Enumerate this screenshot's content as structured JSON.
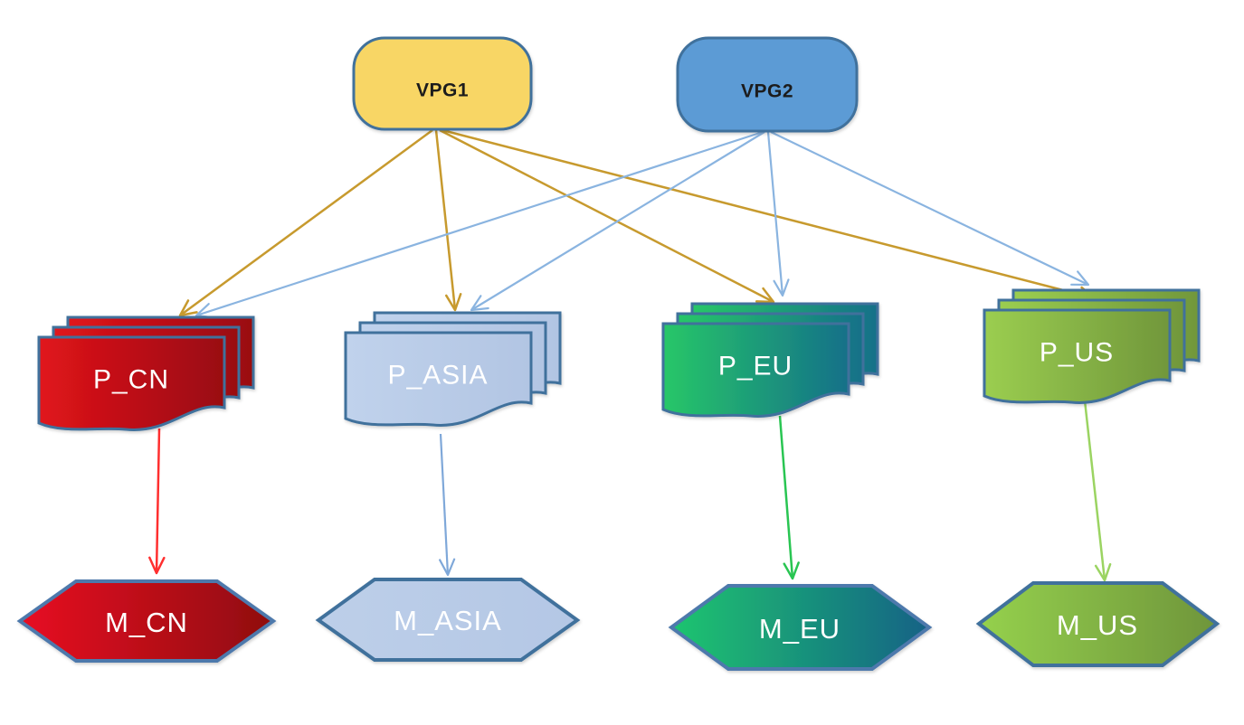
{
  "background_color": "#FFFFFF",
  "colors": {
    "border_blue": "#41719C",
    "hex_border": "#4E79AC",
    "vpg1_fill": "#F8D665",
    "vpg2_fill": "#5B9BD5",
    "node_text_dark": "#1C1C1C",
    "node_text_light": "#FFFFFF",
    "p_cn_left": "#E1131B",
    "p_cn_right": "#990C11",
    "p_asia_left": "#C0D2EC",
    "p_asia_right": "#B2C5E3",
    "p_eu_left": "#27C768",
    "p_eu_right": "#147089",
    "p_us_left": "#9BCE50",
    "p_us_right": "#71973B",
    "m_cn_left": "#E81122",
    "m_cn_right": "#8F0A0F",
    "m_asia_left": "#BDCFE9",
    "m_asia_right": "#B4C7E5",
    "m_eu_left": "#1FC56F",
    "m_eu_right": "#136286",
    "m_us_left": "#95D14D",
    "m_us_right": "#6F953B",
    "arrow_gold": "#C79A2E",
    "arrow_blue": "#8AB4E0",
    "arrow_red": "#FF2F2F",
    "arrow_asia": "#7FA8D9",
    "arrow_green": "#29C552",
    "arrow_light_green": "#9BD462"
  },
  "nodes": {
    "vpg1": {
      "label": "VPG1"
    },
    "vpg2": {
      "label": "VPG2"
    },
    "p_cn": {
      "label": "P_CN"
    },
    "p_asia": {
      "label": "P_ASIA"
    },
    "p_eu": {
      "label": "P_EU"
    },
    "p_us": {
      "label": "P_US"
    },
    "m_cn": {
      "label": "M_CN"
    },
    "m_asia": {
      "label": "M_ASIA"
    },
    "m_eu": {
      "label": "M_EU"
    },
    "m_us": {
      "label": "M_US"
    }
  },
  "edges": [
    {
      "from": "VPG1",
      "to": "P_CN",
      "color": "gold"
    },
    {
      "from": "VPG1",
      "to": "P_ASIA",
      "color": "gold"
    },
    {
      "from": "VPG1",
      "to": "P_EU",
      "color": "gold"
    },
    {
      "from": "VPG1",
      "to": "P_US",
      "color": "gold"
    },
    {
      "from": "VPG2",
      "to": "P_CN",
      "color": "light-blue"
    },
    {
      "from": "VPG2",
      "to": "P_ASIA",
      "color": "light-blue"
    },
    {
      "from": "VPG2",
      "to": "P_EU",
      "color": "light-blue"
    },
    {
      "from": "VPG2",
      "to": "P_US",
      "color": "light-blue"
    },
    {
      "from": "P_CN",
      "to": "M_CN",
      "color": "red"
    },
    {
      "from": "P_ASIA",
      "to": "M_ASIA",
      "color": "blue"
    },
    {
      "from": "P_EU",
      "to": "M_EU",
      "color": "green"
    },
    {
      "from": "P_US",
      "to": "M_US",
      "color": "light-green"
    }
  ]
}
